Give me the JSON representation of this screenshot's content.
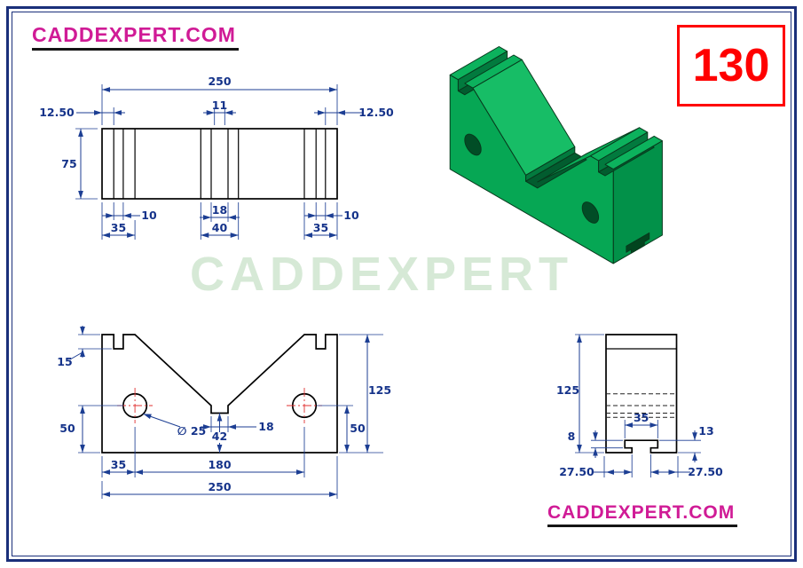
{
  "branding": {
    "header_logo": "CADDEXPERT.COM",
    "footer_logo": "CADDEXPERT.COM",
    "watermark": "CADDEXPERT",
    "sheet_number": "130"
  },
  "views": {
    "top": {
      "dims": {
        "d250": "250",
        "d1250_left": "12.50",
        "d11": "11",
        "d1250_right": "12.50",
        "d75": "75",
        "d10_left": "10",
        "d18": "18",
        "d10_right": "10",
        "d35_left": "35",
        "d40": "40",
        "d35_right": "35"
      }
    },
    "front": {
      "dims": {
        "d15": "15",
        "d50_left": "50",
        "d125": "125",
        "d50_right": "50",
        "d35": "35",
        "d180": "180",
        "d250": "250",
        "d25": "∅ 25",
        "d42": "42",
        "d18": "18"
      }
    },
    "side": {
      "dims": {
        "d125": "125",
        "d8": "8",
        "d35": "35",
        "d13": "13",
        "d2750_left": "27.50",
        "d2750_right": "27.50"
      }
    }
  },
  "colors": {
    "dimension_blue": "#1c3e93",
    "logo_magenta": "#d01b96",
    "sheet_red": "#ff0000",
    "model_green": "#06a754",
    "watermark_green": "#d6e9d6"
  }
}
